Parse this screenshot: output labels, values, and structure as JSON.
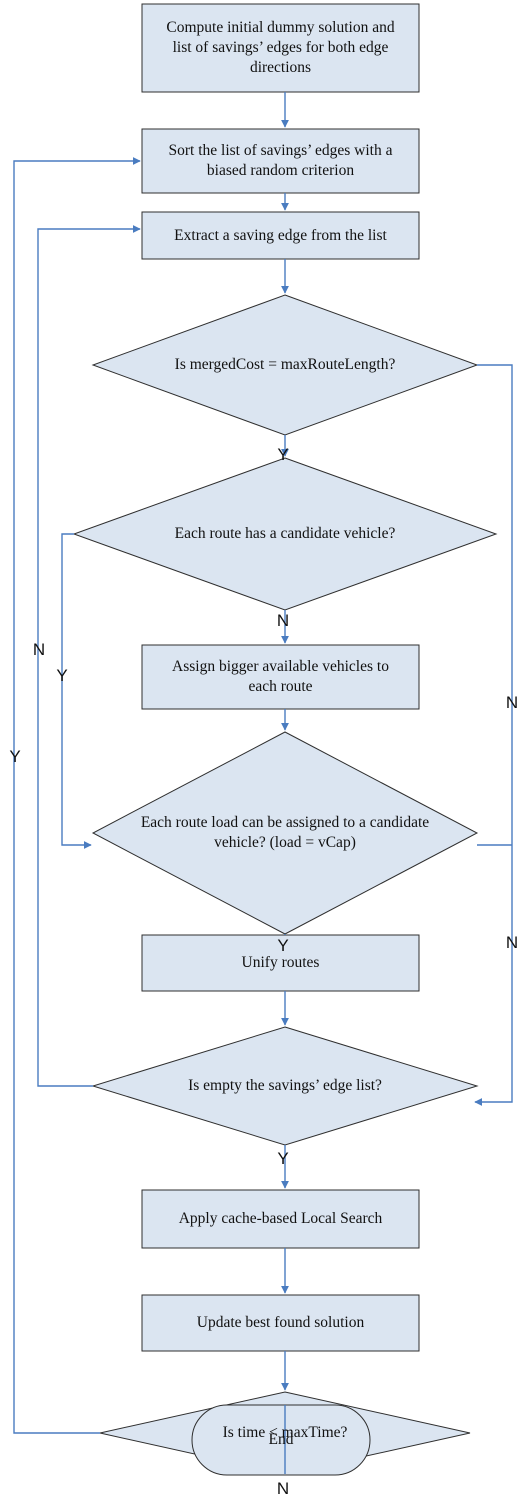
{
  "nodes": {
    "init": "Compute initial dummy solution and list of savings’ edges for both edge directions",
    "sort": "Sort the list of savings’ edges with a biased random criterion",
    "extract": "Extract a saving edge from the list",
    "merged_cost": "Is mergedCost = maxRouteLength?",
    "candidate_vehicle": "Each route has a candidate vehicle?",
    "assign_bigger": "Assign bigger available vehicles to each route",
    "route_load": "Each route load can be assigned to a candidate vehicle? (load = vCap)",
    "unify": "Unify routes",
    "empty_list": "Is empty the savings’ edge list?",
    "local_search": "Apply cache-based Local Search",
    "update_best": "Update best found solution",
    "time_check": "Is time < maxTime?",
    "end": "End"
  },
  "edge_labels": {
    "merged_yes": "Y",
    "candidate_no": "N",
    "candidate_yes": "Y",
    "list_no": "N",
    "merged_no_upper": "N",
    "load_no": "N",
    "load_yes": "Y",
    "list_yes": "Y",
    "time_yes": "Y",
    "time_no": "N"
  },
  "colors": {
    "node_fill": "#dbe5f1",
    "node_stroke": "#2f2f2f",
    "connector": "#4a7cc0"
  }
}
